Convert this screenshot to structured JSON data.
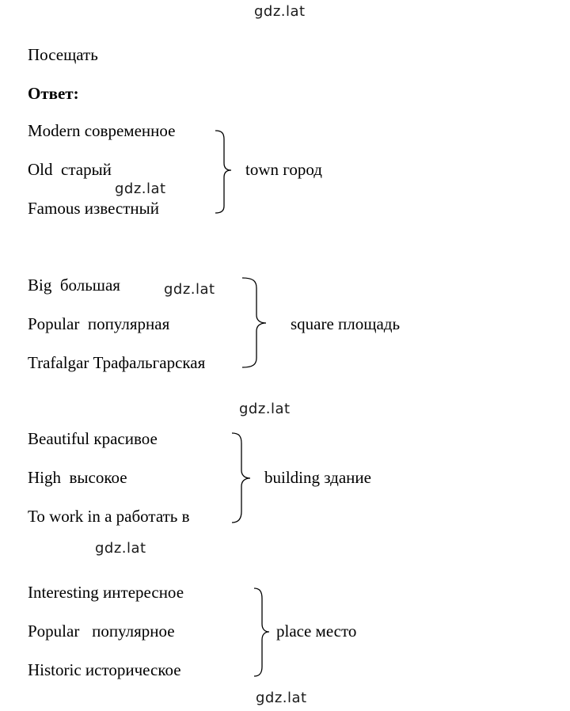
{
  "watermark": "gdz.lat",
  "heading": "Посещать",
  "answer_label": "Ответ:",
  "groups": [
    {
      "items": [
        "Modern современное",
        "Old  старый",
        "Famous известный"
      ],
      "target": "town город"
    },
    {
      "items": [
        "Big  большая",
        "Popular  популярная",
        "Trafalgar Трафальгарская"
      ],
      "target": "square площадь"
    },
    {
      "items": [
        "Beautiful красивое",
        "High  высокое",
        "To work in a работать в"
      ],
      "target": "building здание"
    },
    {
      "items": [
        "Interesting интересное",
        "Popular   популярное",
        "Historic историческое"
      ],
      "target": "place место"
    }
  ]
}
